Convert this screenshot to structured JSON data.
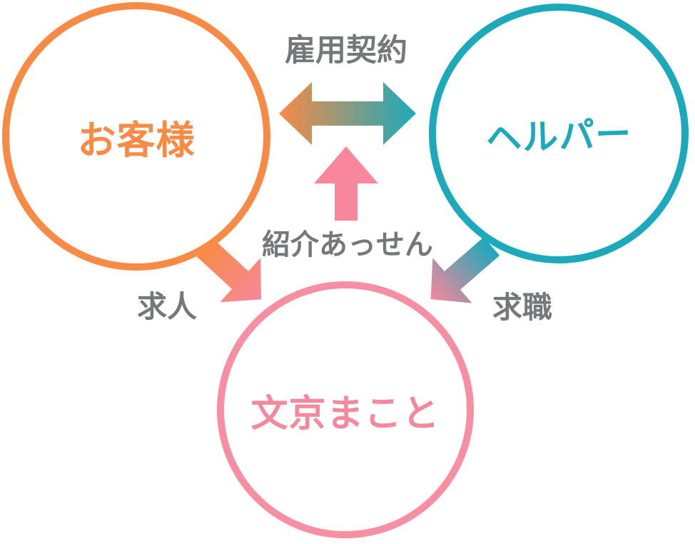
{
  "colors": {
    "orange": "#F78B45",
    "teal": "#1CA9BC",
    "pink": "#F8879B",
    "pink-border": "#F78FA3",
    "pink-text": "#F4899D",
    "gray": "#76777B"
  },
  "nodes": {
    "customer": {
      "label": "お客様"
    },
    "helper": {
      "label": "ヘルパー"
    },
    "company": {
      "label": "文京まこと"
    }
  },
  "edges": {
    "employment": {
      "label": "雇用契約",
      "type": "bidirectional-horizontal-arrow",
      "between": "customer-helper"
    },
    "referral": {
      "label": "紹介あっせん",
      "type": "up-arrow",
      "from": "company"
    },
    "job_offer": {
      "label": "求人",
      "type": "diagonal-arrow",
      "from": "customer",
      "to": "company"
    },
    "job_seek": {
      "label": "求職",
      "type": "diagonal-arrow",
      "from": "helper",
      "to": "company"
    }
  }
}
